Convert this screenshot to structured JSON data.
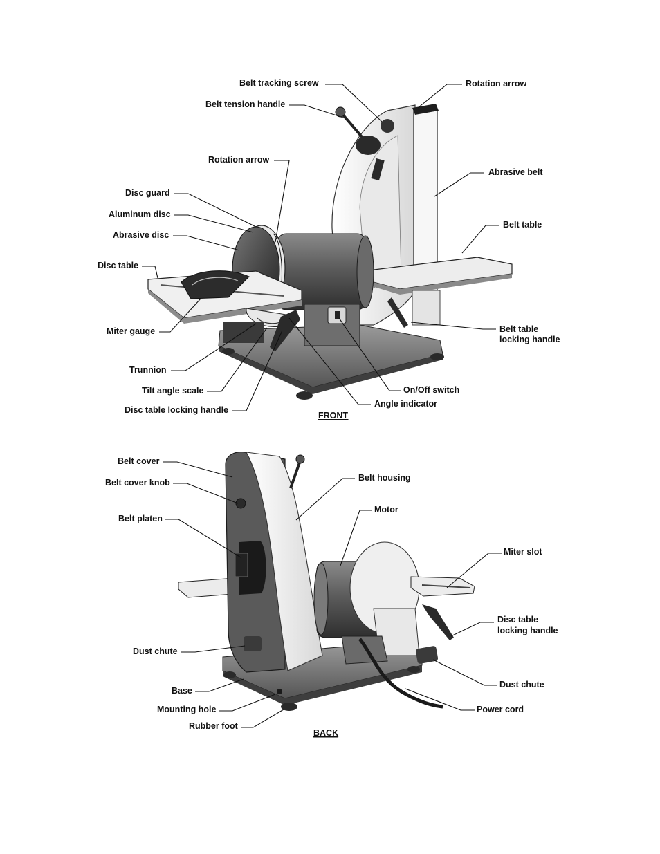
{
  "front": {
    "caption": "FRONT",
    "labels": {
      "belt_tracking_screw": "Belt tracking screw",
      "rotation_arrow_top": "Rotation arrow",
      "belt_tension_handle": "Belt tension handle",
      "rotation_arrow_disc": "Rotation arrow",
      "abrasive_belt": "Abrasive belt",
      "disc_guard": "Disc guard",
      "aluminum_disc": "Aluminum disc",
      "belt_table": "Belt table",
      "abrasive_disc": "Abrasive disc",
      "disc_table": "Disc table",
      "belt_table_locking_handle_1": "Belt table",
      "belt_table_locking_handle_2": "locking handle",
      "miter_gauge": "Miter gauge",
      "trunnion": "Trunnion",
      "on_off_switch": "On/Off switch",
      "tilt_angle_scale": "Tilt angle scale",
      "angle_indicator": "Angle indicator",
      "disc_table_locking_handle": "Disc table locking handle"
    }
  },
  "back": {
    "caption": "BACK",
    "labels": {
      "belt_cover": "Belt cover",
      "belt_housing": "Belt housing",
      "belt_cover_knob": "Belt cover knob",
      "motor": "Motor",
      "belt_platen": "Belt platen",
      "miter_slot": "Miter slot",
      "disc_table_locking_handle_1": "Disc table",
      "disc_table_locking_handle_2": "locking handle",
      "dust_chute_left": "Dust chute",
      "dust_chute_right": "Dust chute",
      "base": "Base",
      "mounting_hole": "Mounting hole",
      "power_cord": "Power cord",
      "rubber_foot": "Rubber foot"
    }
  },
  "colors": {
    "ink": "#111111",
    "casting_light": "#f2f2f2",
    "casting_dark": "#5a5a5a",
    "base_gray": "#7a7a7a",
    "disc_dark": "#3a3a3a"
  }
}
